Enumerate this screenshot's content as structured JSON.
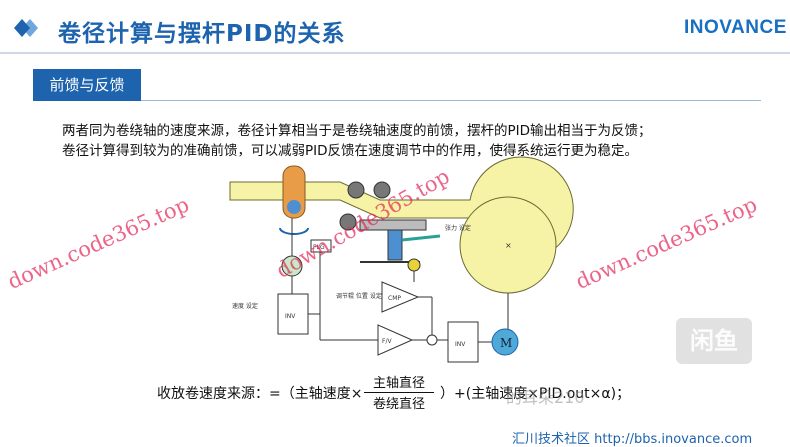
{
  "header": {
    "title": "卷径计算与摆杆PID的关系",
    "logo_text": "INOVANCE"
  },
  "section": {
    "tab_label": "前馈与反馈"
  },
  "body": {
    "line1": "两者同为卷绕轴的速度来源，卷径计算相当于是卷绕轴速度的前馈，摆杆的PID输出相当于为反馈；",
    "line2": "卷径计算得到较为的准确前馈，可以减弱PID反馈在速度调节中的作用，使得系统运行更为稳定。"
  },
  "diagram": {
    "speed_setting": "速度\n设定",
    "inv_left": "INV",
    "inv_right": "INV",
    "tension_setting": "张力\n设定",
    "adjust_setting": "调节辊\n位置\n设定",
    "cmp": "CMP",
    "fv": "F/V",
    "motor": "M",
    "plg": "PLG"
  },
  "formula": {
    "prefix": "收放卷速度来源：=（主轴速度×",
    "numerator": "主轴直径",
    "denominator": "卷绕直径",
    "suffix": "）+(主轴速度×PID.out×α)；"
  },
  "watermarks": {
    "wm1": "down.code365.top",
    "wm2": "down.code365.top",
    "wm3": "down.code365.top"
  },
  "overlay": {
    "badge": "闲鱼",
    "text": "的耳朵210"
  },
  "footer": {
    "text": "汇川技术社区 http://bbs.inovance.com"
  },
  "colors": {
    "brand_blue": "#1d63ae",
    "web_yellow": "#f6f3a6",
    "watermark": "#e4285a"
  }
}
